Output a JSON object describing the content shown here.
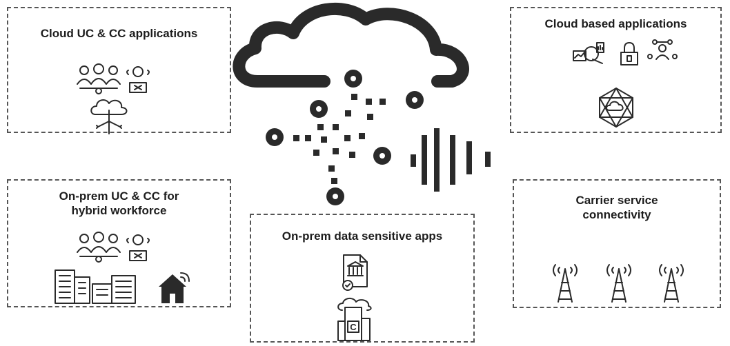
{
  "boxes": {
    "cloud_uc_cc": {
      "title": "Cloud UC & CC applications"
    },
    "cloud_based": {
      "title": "Cloud based applications"
    },
    "onprem_hybrid": {
      "title": "On-prem UC & CC for hybrid workforce"
    },
    "onprem_sensitive": {
      "title": "On-prem data sensitive apps"
    },
    "carrier": {
      "title": "Carrier service connectivity"
    }
  },
  "icons": {
    "team": "people-group-icon",
    "agent": "support-agent-icon",
    "cloud_arrows": "cloud-distribution-icon",
    "analytics": "analytics-charts-icon",
    "lock": "padlock-icon",
    "network_person": "connected-person-icon",
    "hex_cloud": "hexagon-cloud-network-icon",
    "buildings": "office-buildings-icon",
    "smart_home": "smart-home-icon",
    "secure_doc": "bank-document-icon",
    "datacenter": "cloud-datacenter-icon",
    "tower": "radio-tower-icon",
    "central": "central-cloud-data-icon"
  },
  "colors": {
    "stroke": "#2a2a2a",
    "border": "#555555",
    "background": "#ffffff"
  }
}
